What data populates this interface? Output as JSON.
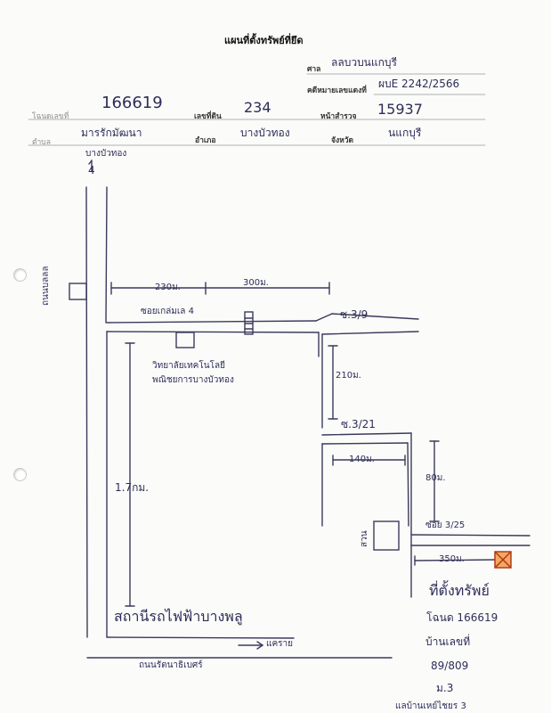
{
  "header": {
    "title": "แผนที่ตั้งทรัพย์ที่ยึด",
    "court_label": "ศาล",
    "court_value": "ลลบวบนแกบุรี",
    "case_label": "คดีหมายเลขแดงที่",
    "case_value": "ผบE 2242/2566"
  },
  "fields": {
    "deed_label": "โฉนดเลขที่",
    "deed_value": "166619",
    "land_no_label": "เลขที่ดิน",
    "land_no_value": "234",
    "survey_label": "หน้าสำรวจ",
    "survey_value": "15937",
    "subdistrict_label": "ตำบล",
    "subdistrict_value": "มารรักมัฒนา",
    "district_label": "อำเภอ",
    "district_value": "บางบัวทอง",
    "province_label": "จังหวัด",
    "province_value": "นแกบุรี",
    "subdistrict_note": "บางบัวทอง"
  },
  "map": {
    "north_arrow": "4",
    "left_road_name": "ถนนบลลล",
    "dist_230": "230ม.",
    "dist_500": "300ม.",
    "soi_name": "ซอยเกล่มเล 4",
    "soi_3_9": "ซ.3/9",
    "college": "วิทยาลัยเทคโนโลยี",
    "college2": "พณิชยการบางบัวทอง",
    "dist_210": "210ม.",
    "soi_3_21": "ซ.3/21",
    "dist_140": "140ม.",
    "dist_17km": "1.7กม.",
    "dist_80": "80ม.",
    "soi_3_25": "ซอย 3/25",
    "garden": "สวน",
    "dist_350": "350ม.",
    "station": "สถานีรถไฟฟ้าบางพลู",
    "to_direction": "แคราย",
    "bottom_road": "ถนนรัตนาธิเบศร์",
    "property_label": "ที่ตั้งทรัพย์",
    "property_deed": "โฉนด 166619",
    "house_label": "บ้านเลขที่",
    "house_no": "89/809",
    "moo": "ม.3",
    "bottom_cut": "แลบ้านเหย์ไชยร 3"
  }
}
